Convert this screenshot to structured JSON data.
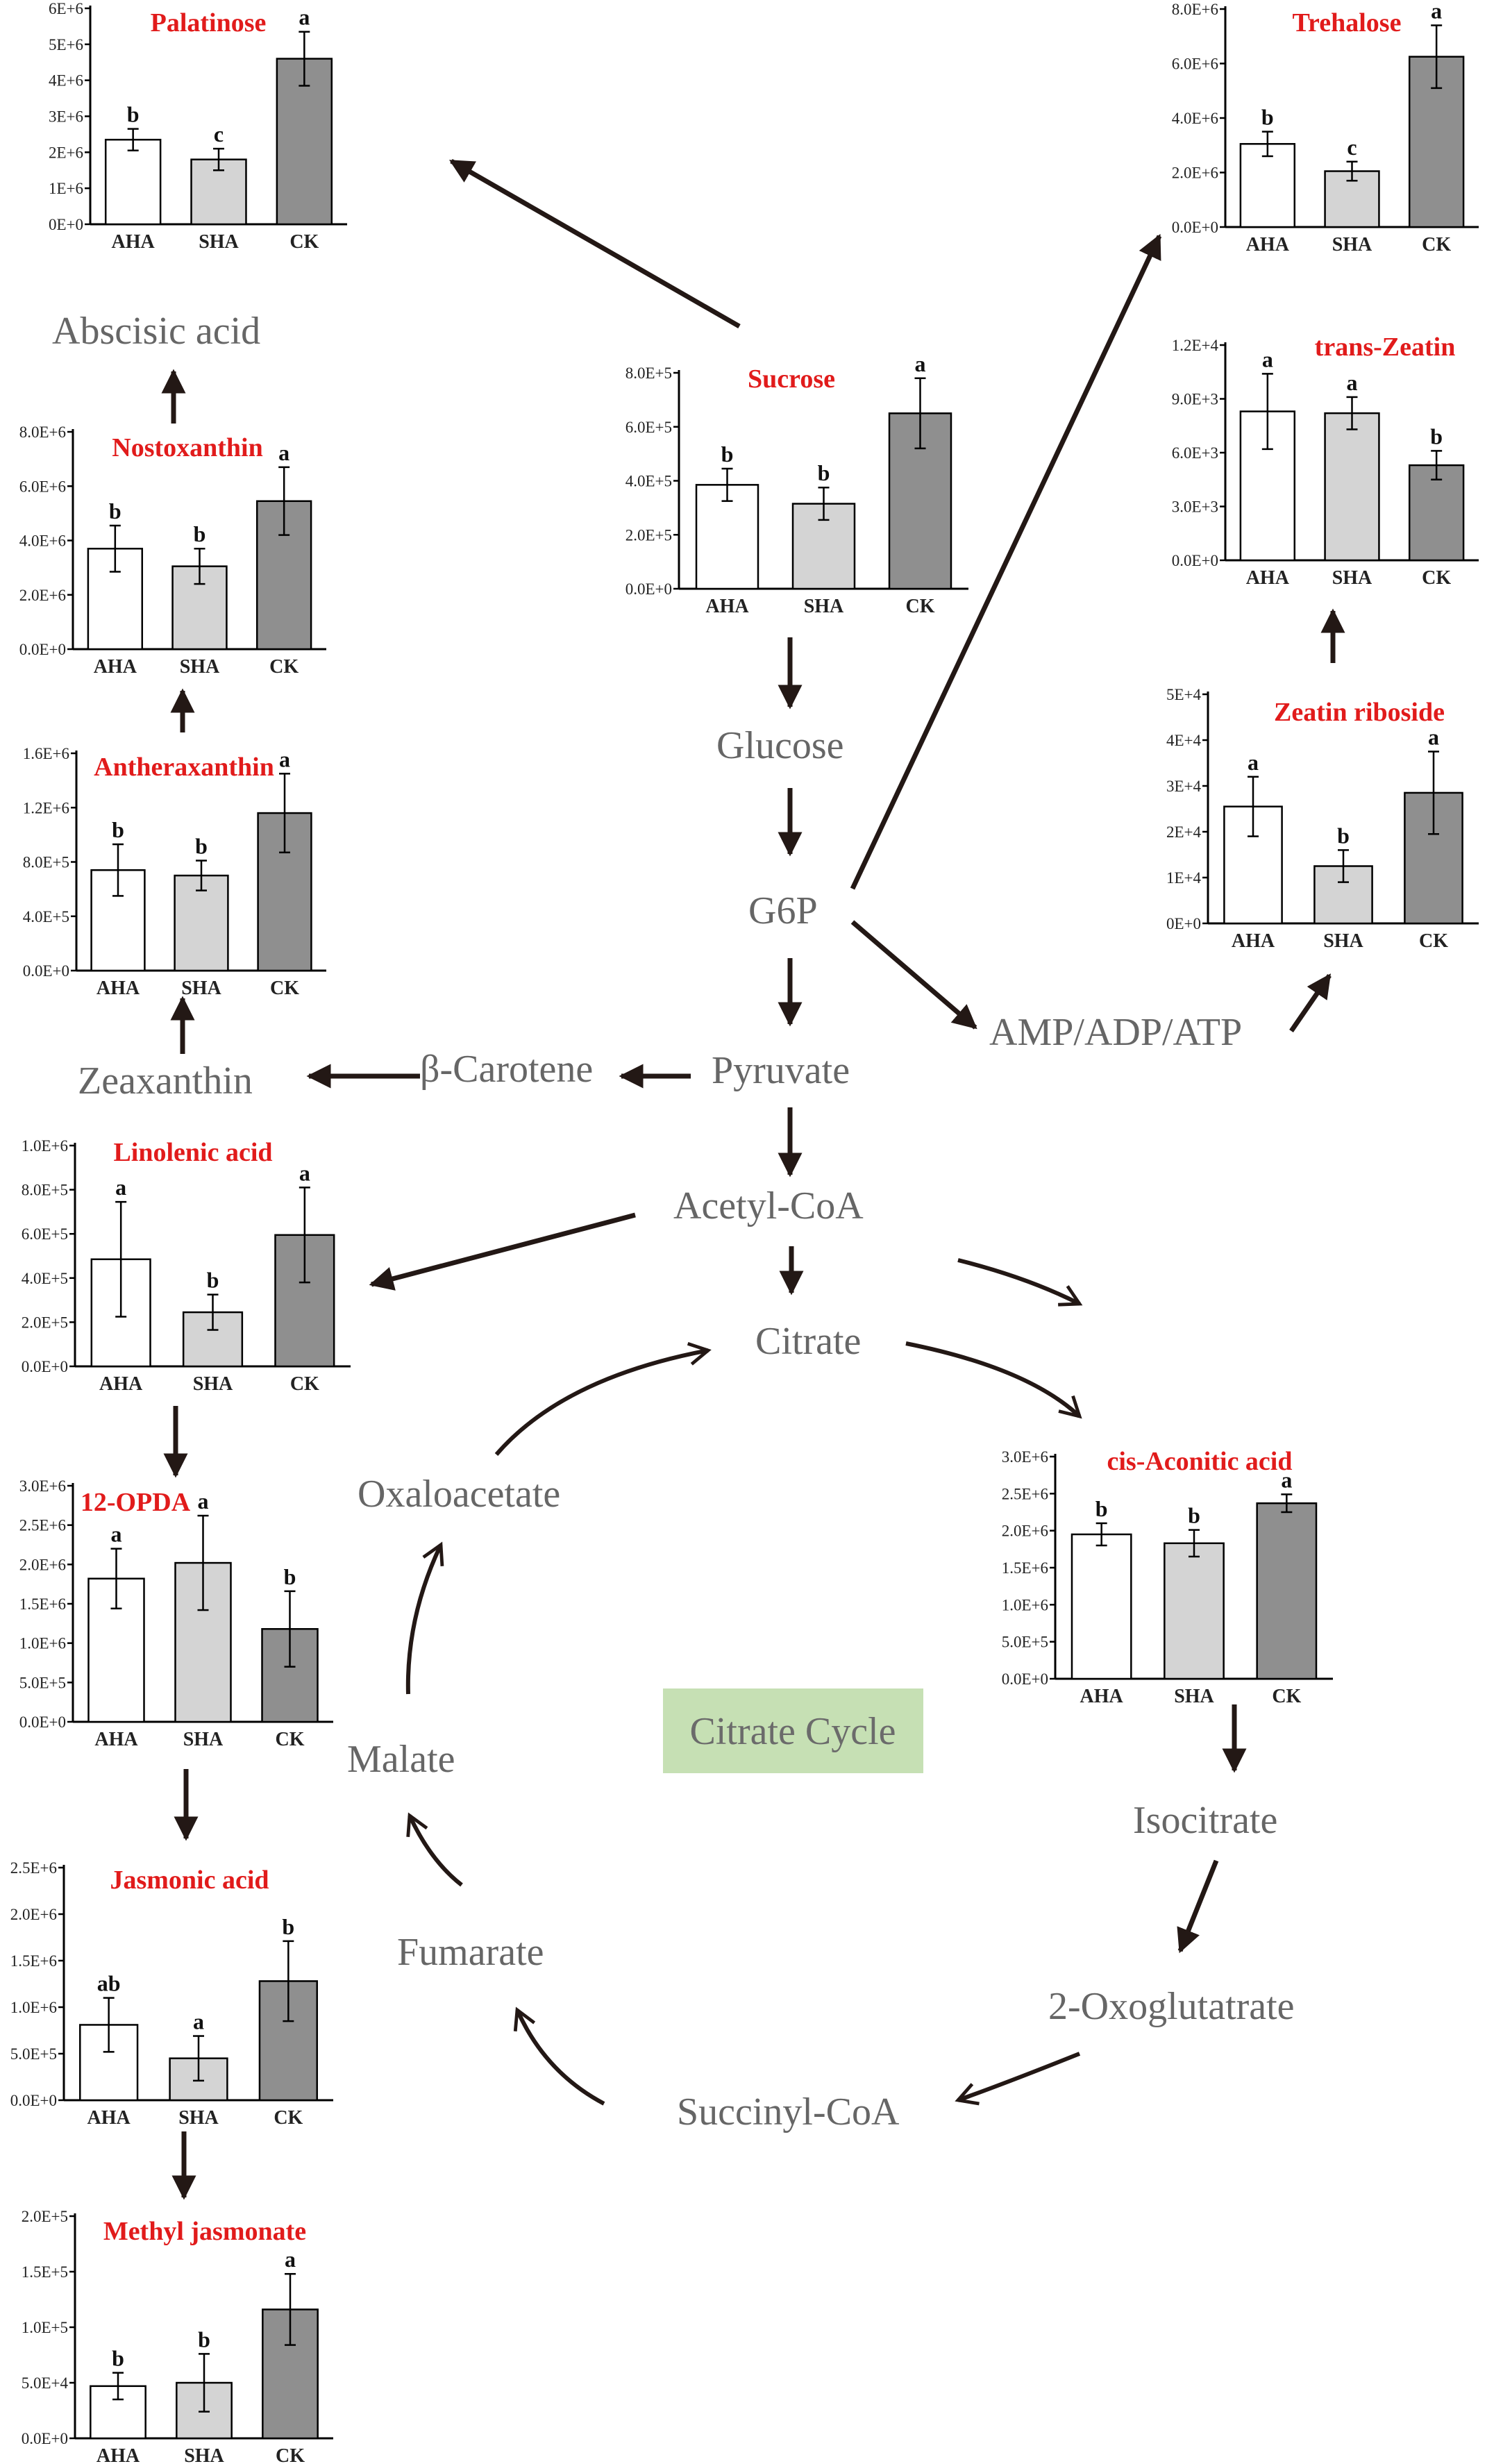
{
  "nodes": {
    "abscisic_acid": "Abscisic acid",
    "glucose": "Glucose",
    "g6p": "G6P",
    "pyruvate": "Pyruvate",
    "beta_carotene": "β-Carotene",
    "zeaxanthin": "Zeaxanthin",
    "amp_adp_atp": "AMP/ADP/ATP",
    "acetyl_coa": "Acetyl-CoA",
    "citrate": "Citrate",
    "oxaloacetate": "Oxaloacetate",
    "malate": "Malate",
    "fumarate": "Fumarate",
    "succinyl_coa": "Succinyl-CoA",
    "oxoglutarate": "2-Oxoglutatrate",
    "isocitrate": "Isocitrate",
    "citrate_cycle": "Citrate Cycle"
  },
  "colors": {
    "aha": "#ffffff",
    "sha": "#d4d4d4",
    "ck": "#8f8f8f",
    "title": "#e11b1b",
    "node_text": "#666666",
    "arrow": "#231815",
    "cycle_box": "#c6e0b4"
  },
  "chart_data": [
    {
      "id": "palatinose",
      "type": "bar",
      "title": "Palatinose",
      "categories": [
        "AHA",
        "SHA",
        "CK"
      ],
      "values": [
        2350000.0,
        1800000.0,
        4600000.0
      ],
      "errors": [
        300000.0,
        300000.0,
        750000.0
      ],
      "letters": [
        "b",
        "c",
        "a"
      ],
      "ylim": [
        0,
        6000000.0
      ],
      "yticks": [
        "0E+0",
        "1E+6",
        "2E+6",
        "3E+6",
        "4E+6",
        "5E+6",
        "6E+6"
      ]
    },
    {
      "id": "trehalose",
      "type": "bar",
      "title": "Trehalose",
      "categories": [
        "AHA",
        "SHA",
        "CK"
      ],
      "values": [
        3050000.0,
        2050000.0,
        6250000.0
      ],
      "errors": [
        450000.0,
        350000.0,
        1150000.0
      ],
      "letters": [
        "b",
        "c",
        "a"
      ],
      "ylim": [
        0,
        8000000.0
      ],
      "yticks": [
        "0.0E+0",
        "2.0E+6",
        "4.0E+6",
        "6.0E+6",
        "8.0E+6"
      ]
    },
    {
      "id": "sucrose",
      "type": "bar",
      "title": "Sucrose",
      "categories": [
        "AHA",
        "SHA",
        "CK"
      ],
      "values": [
        385000.0,
        315000.0,
        650000.0
      ],
      "errors": [
        60000.0,
        60000.0,
        130000.0
      ],
      "letters": [
        "b",
        "b",
        "a"
      ],
      "ylim": [
        0,
        800000.0
      ],
      "yticks": [
        "0.0E+0",
        "2.0E+5",
        "4.0E+5",
        "6.0E+5",
        "8.0E+5"
      ]
    },
    {
      "id": "trans_zeatin",
      "type": "bar",
      "title": "trans-Zeatin",
      "categories": [
        "AHA",
        "SHA",
        "CK"
      ],
      "values": [
        8300.0,
        8200.0,
        5300.0
      ],
      "errors": [
        2100.0,
        900.0,
        800.0
      ],
      "letters": [
        "a",
        "a",
        "b"
      ],
      "ylim": [
        0,
        12000.0
      ],
      "yticks": [
        "0.0E+0",
        "3.0E+3",
        "6.0E+3",
        "9.0E+3",
        "1.2E+4"
      ]
    },
    {
      "id": "nostoxanthin",
      "type": "bar",
      "title": "Nostoxanthin",
      "categories": [
        "AHA",
        "SHA",
        "CK"
      ],
      "values": [
        3700000.0,
        3050000.0,
        5450000.0
      ],
      "errors": [
        850000.0,
        650000.0,
        1250000.0
      ],
      "letters": [
        "b",
        "b",
        "a"
      ],
      "ylim": [
        0,
        8000000.0
      ],
      "yticks": [
        "0.0E+0",
        "2.0E+6",
        "4.0E+6",
        "6.0E+6",
        "8.0E+6"
      ]
    },
    {
      "id": "antheraxanthin",
      "type": "bar",
      "title": "Antheraxanthin",
      "categories": [
        "AHA",
        "SHA",
        "CK"
      ],
      "values": [
        740000.0,
        700000.0,
        1160000.0
      ],
      "errors": [
        190000.0,
        110000.0,
        290000.0
      ],
      "letters": [
        "b",
        "b",
        "a"
      ],
      "ylim": [
        0,
        1600000.0
      ],
      "yticks": [
        "0.0E+0",
        "4.0E+5",
        "8.0E+5",
        "1.2E+6",
        "1.6E+6"
      ]
    },
    {
      "id": "zeatin_riboside",
      "type": "bar",
      "title": "Zeatin riboside",
      "categories": [
        "AHA",
        "SHA",
        "CK"
      ],
      "values": [
        25500.0,
        12500.0,
        28500.0
      ],
      "errors": [
        6500.0,
        3500.0,
        9000.0
      ],
      "letters": [
        "a",
        "b",
        "a"
      ],
      "ylim": [
        0,
        50000.0
      ],
      "yticks": [
        "0E+0",
        "1E+4",
        "2E+4",
        "3E+4",
        "4E+4",
        "5E+4"
      ]
    },
    {
      "id": "linolenic_acid",
      "type": "bar",
      "title": "Linolenic acid",
      "categories": [
        "AHA",
        "SHA",
        "CK"
      ],
      "values": [
        485000.0,
        245000.0,
        595000.0
      ],
      "errors": [
        260000.0,
        80000.0,
        215000.0
      ],
      "letters": [
        "a",
        "b",
        "a"
      ],
      "ylim": [
        0,
        1000000.0
      ],
      "yticks": [
        "0.0E+0",
        "2.0E+5",
        "4.0E+5",
        "6.0E+5",
        "8.0E+5",
        "1.0E+6"
      ]
    },
    {
      "id": "opda",
      "type": "bar",
      "title": "12-OPDA",
      "categories": [
        "AHA",
        "SHA",
        "CK"
      ],
      "values": [
        1820000.0,
        2020000.0,
        1180000.0
      ],
      "errors": [
        380000.0,
        600000.0,
        480000.0
      ],
      "letters": [
        "a",
        "a",
        "b"
      ],
      "ylim": [
        0,
        3000000.0
      ],
      "yticks": [
        "0.0E+0",
        "5.0E+5",
        "1.0E+6",
        "1.5E+6",
        "2.0E+6",
        "2.5E+6",
        "3.0E+6"
      ]
    },
    {
      "id": "cis_aconitic",
      "type": "bar",
      "title": "cis-Aconitic acid",
      "categories": [
        "AHA",
        "SHA",
        "CK"
      ],
      "values": [
        1950000.0,
        1830000.0,
        2370000.0
      ],
      "errors": [
        150000.0,
        180000.0,
        120000.0
      ],
      "letters": [
        "b",
        "b",
        "a"
      ],
      "ylim": [
        0,
        3000000.0
      ],
      "yticks": [
        "0.0E+0",
        "5.0E+5",
        "1.0E+6",
        "1.5E+6",
        "2.0E+6",
        "2.5E+6",
        "3.0E+6"
      ]
    },
    {
      "id": "jasmonic_acid",
      "type": "bar",
      "title": "Jasmonic acid",
      "categories": [
        "AHA",
        "SHA",
        "CK"
      ],
      "values": [
        810000.0,
        450000.0,
        1280000.0
      ],
      "errors": [
        290000.0,
        240000.0,
        430000.0
      ],
      "letters": [
        "ab",
        "a",
        "b"
      ],
      "ylim": [
        0,
        2500000.0
      ],
      "yticks": [
        "0.0E+0",
        "5.0E+5",
        "1.0E+6",
        "1.5E+6",
        "2.0E+6",
        "2.5E+6"
      ]
    },
    {
      "id": "methyl_jasmonate",
      "type": "bar",
      "title": "Methyl jasmonate",
      "categories": [
        "AHA",
        "SHA",
        "CK"
      ],
      "values": [
        47000.0,
        50000.0,
        116000.0
      ],
      "errors": [
        12000.0,
        26000.0,
        32000.0
      ],
      "letters": [
        "b",
        "b",
        "a"
      ],
      "ylim": [
        0,
        200000.0
      ],
      "yticks": [
        "0.0E+0",
        "5.0E+4",
        "1.0E+5",
        "1.5E+5",
        "2.0E+5"
      ]
    }
  ]
}
